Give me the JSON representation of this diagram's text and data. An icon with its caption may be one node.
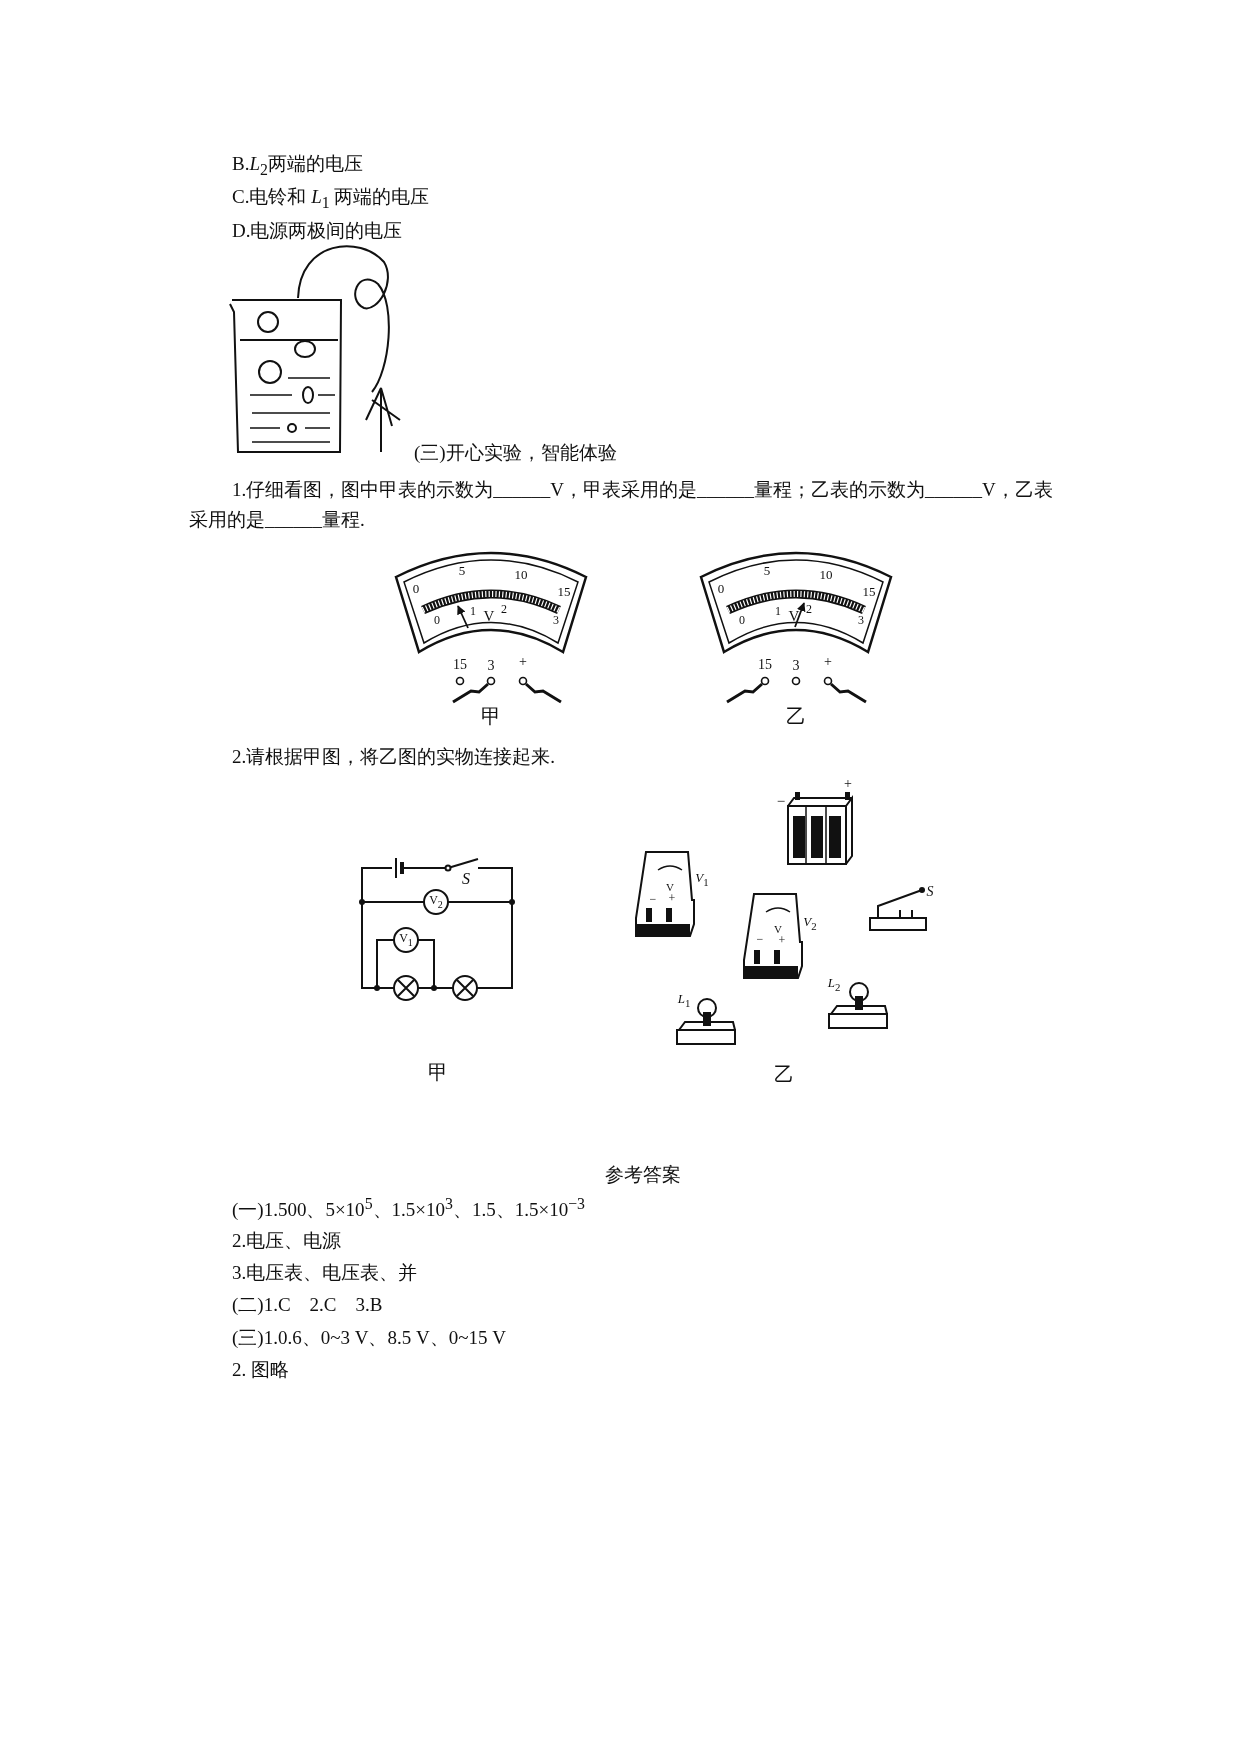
{
  "diagram": {
    "labels": [
      "B.*L*$_{2}$两端的电压",
      "C.电铃和 *L*$_{1}$ 两端的电压",
      "D.电源两极间的电压",
      "(三)开心实验，智能体验",
      "1.仔细看图，图中甲表的示数为______V，甲表采用的是______量程；乙表的示数为______V，乙表采用的是______量程.",
      "0",
      "5",
      "10",
      "15",
      "0",
      "1",
      "V",
      "2",
      "3",
      "15",
      "3",
      "+",
      "甲",
      "0",
      "5",
      "10",
      "15",
      "0",
      "1",
      "V",
      "2",
      "3",
      "15",
      "3",
      "+",
      "乙",
      "2.请根据甲图，将乙图的实物连接起来.",
      "*S*",
      "V$_{2}$",
      "V$_{1}$",
      "甲",
      "−",
      "+",
      "V",
      "−",
      "+",
      "*V*$_{1}$",
      "*S*",
      "V",
      "−",
      "+",
      "*V*$_{2}$",
      "*L*$_{1}$",
      "*L*$_{2}$",
      "乙",
      "参考答案",
      "(一)1.500、5×10$^{5}$、1.5×10$^{3}$、1.5、1.5×10$^{−3}$",
      "2.电压、电源",
      "3.电压表、电压表、并",
      "(二)1.C　2.C　3.B",
      "(三)1.0.6、0~3 V、8.5 V、0~15 V",
      "2. 图略"
    ]
  }
}
